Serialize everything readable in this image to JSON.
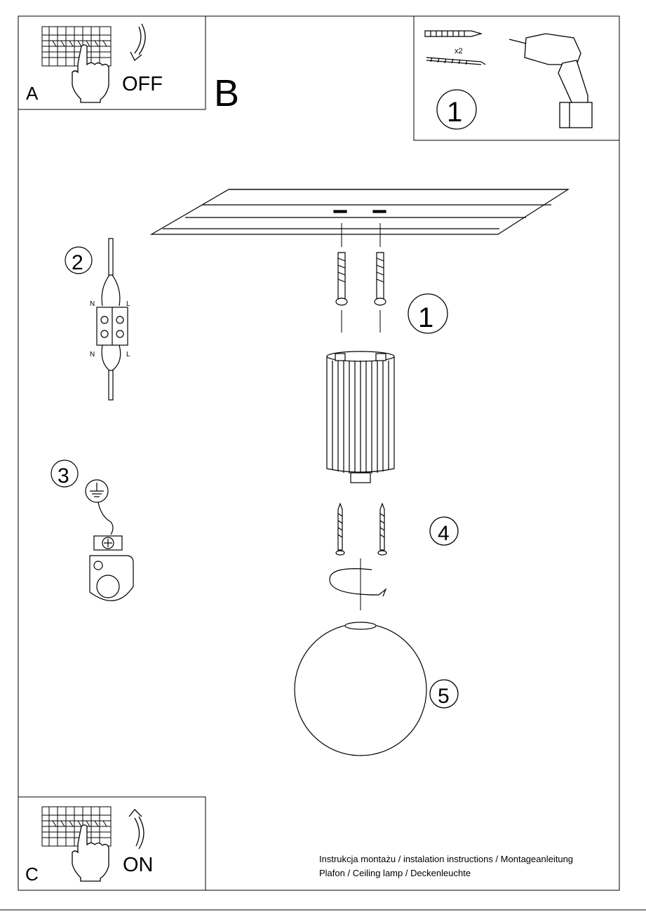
{
  "panels": {
    "a": {
      "letter": "A",
      "state": "OFF"
    },
    "b": {
      "letter": "B"
    },
    "c": {
      "letter": "C",
      "state": "ON"
    }
  },
  "tools": {
    "anchor_qty": "x2",
    "step": "1"
  },
  "wiring": {
    "step": "2",
    "top_left": "N",
    "top_right": "L",
    "bottom_left": "N",
    "bottom_right": "L"
  },
  "earth": {
    "step": "3"
  },
  "steps": {
    "mount": "1",
    "screws": "4",
    "shade": "5"
  },
  "caption": {
    "line1": "Instrukcja montażu / instalation instructions / Montageanleitung",
    "line2": "Plafon / Ceiling lamp / Deckenleuchte"
  }
}
